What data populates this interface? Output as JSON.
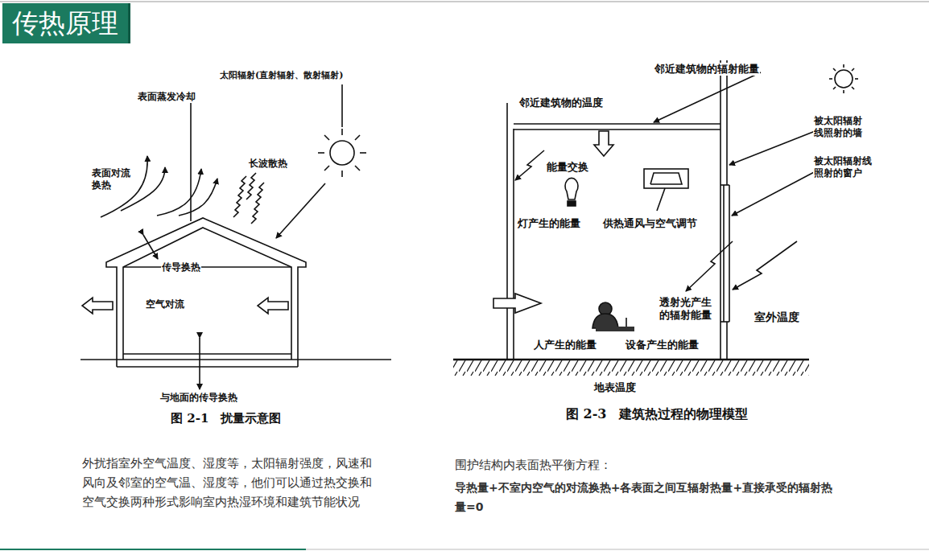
{
  "diagram": {
    "title": "传热原理",
    "labels": [
      "太阳辐射(直射辐射、散射辐射)",
      "表面蒸发冷却",
      "表面对流换热",
      "长波散热",
      "传导换热",
      "空气对流",
      "与地面的传导换热",
      "图 2-1　扰量示意图",
      "邻近建筑物的辐射能量",
      "邻近建筑物的温度",
      "能量交换",
      "灯产生的能量",
      "供热通风与空气调节",
      "被太阳辐射线照射的墙",
      "被太阳辐射线照射的窗户",
      "透射光产生的辐射能量",
      "室外温度",
      "人产生的能量",
      "设备产生的能量",
      "地表温度",
      "图 2-3　建筑热过程的物理模型",
      "外扰指室外空气温度、湿度等，太阳辐射强度，风速和风向及邻室的空气温、湿度等，他们可以通过热交换和空气交换两种形式影响室内热湿环境和建筑节能状况",
      "围护结构内表面热平衡方程：",
      "导热量+不室内空气的对流换热+各表面之间互辐射热量+直接承受的辐射热量=0"
    ]
  }
}
